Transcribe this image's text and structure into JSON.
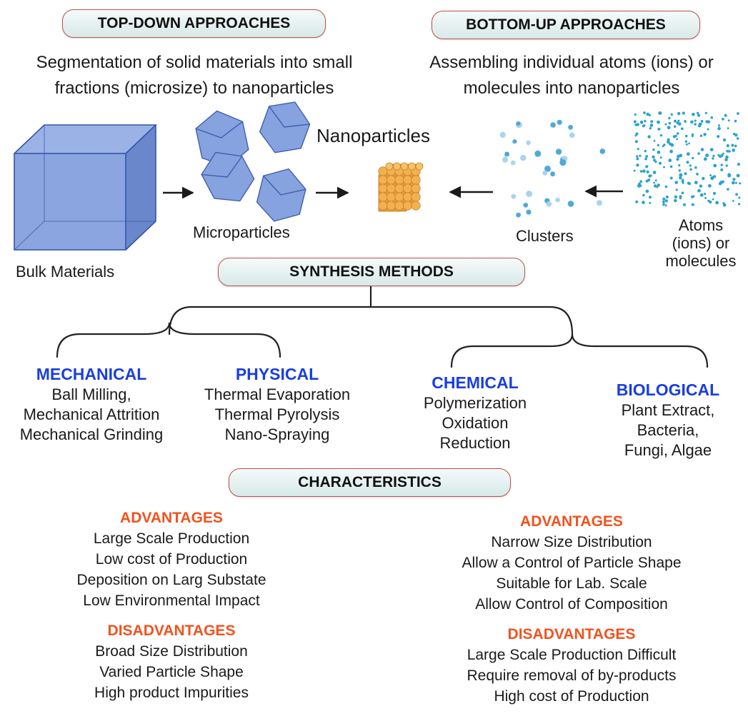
{
  "top_down": {
    "title": "TOP-DOWN APPROACHES",
    "lines": [
      "Segmentation of solid materials into small",
      "fractions (microsize) to nanoparticles"
    ]
  },
  "bottom_up": {
    "title": "BOTTOM-UP APPROACHES",
    "lines": [
      "Assembling individual atoms (ions) or",
      "molecules into nanoparticles"
    ]
  },
  "labels": {
    "bulk": "Bulk Materials",
    "micro": "Microparticles",
    "nano": "Nanoparticles",
    "clusters": "Clusters",
    "atoms": [
      "Atoms",
      "(ions) or",
      "molecules"
    ]
  },
  "synthesis_title": "SYNTHESIS METHODS",
  "methods": [
    {
      "name": "MECHANICAL",
      "items": [
        "Ball Milling,",
        "Mechanical Attrition",
        "Mechanical Grinding"
      ]
    },
    {
      "name": "PHYSICAL",
      "items": [
        "Thermal Evaporation",
        "Thermal Pyrolysis",
        "Nano-Spraying"
      ]
    },
    {
      "name": "CHEMICAL",
      "items": [
        "Polymerization",
        "Oxidation",
        "Reduction"
      ]
    },
    {
      "name": "BIOLOGICAL",
      "items": [
        "Plant Extract,",
        "Bacteria,",
        "Fungi, Algae"
      ]
    }
  ],
  "characteristics_title": "CHARACTERISTICS",
  "top_down_chars": {
    "adv_title": "ADVANTAGES",
    "adv": [
      "Large Scale Production",
      "Low cost of Production",
      "Deposition on Larg Substate",
      "Low Environmental Impact"
    ],
    "dis_title": "DISADVANTAGES",
    "dis": [
      "Broad Size Distribution",
      "Varied Particle Shape",
      "High product Impurities"
    ]
  },
  "bottom_up_chars": {
    "adv_title": "ADVANTAGES",
    "adv": [
      "Narrow Size Distribution",
      "Allow a Control of Particle Shape",
      "Suitable for Lab. Scale",
      "Allow  Control of Composition"
    ],
    "dis_title": "DISADVANTAGES",
    "dis": [
      "Large Scale Production Difficult",
      "Require removal of by-products",
      "High cost of Production"
    ]
  },
  "colors": {
    "method_heading": "#1a3ee0",
    "characteristic_heading": "#f2521d",
    "pill_border": "#c0504d",
    "cube_fill": "#7d9bdc",
    "nanoparticle": "#f3b050",
    "atom_dot": "#2aa3cc"
  }
}
